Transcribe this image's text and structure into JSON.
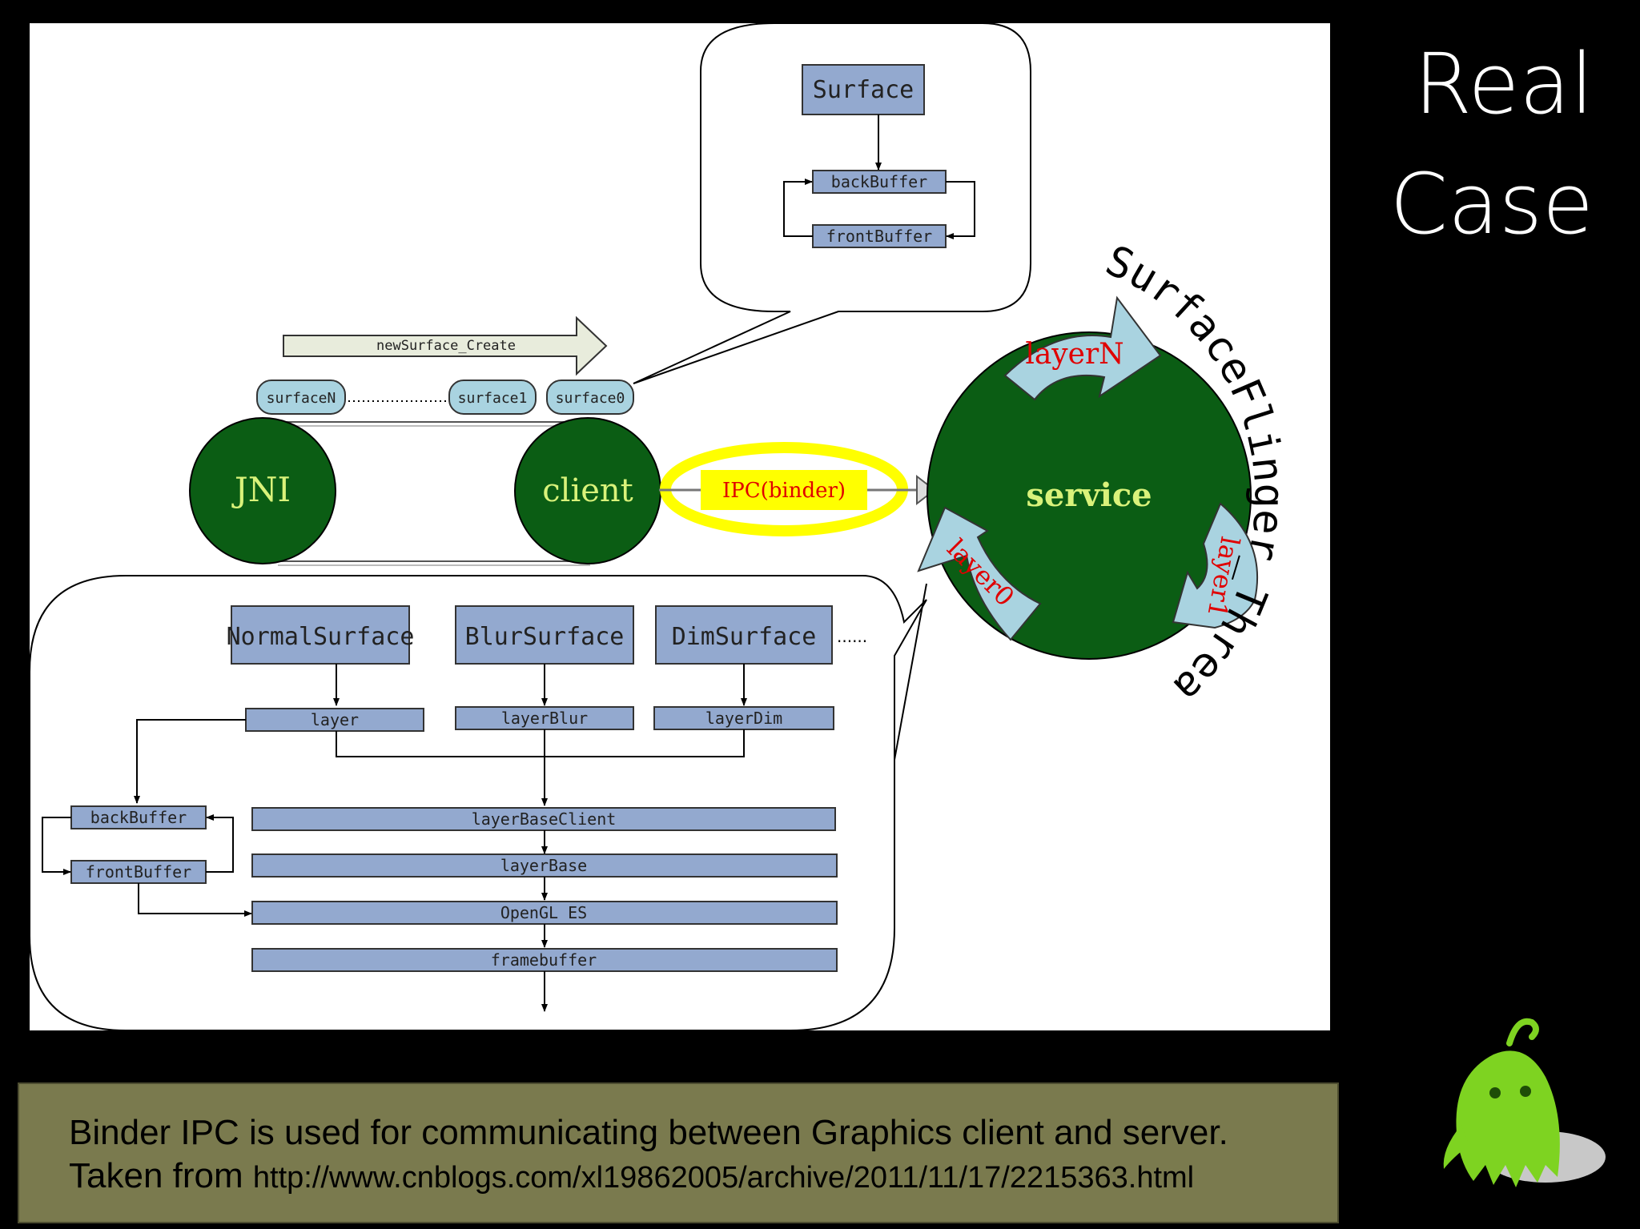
{
  "title": {
    "line1": "Real",
    "line2": "Case"
  },
  "diagram": {
    "top_surface": "Surface",
    "top_back": "backBuffer",
    "top_front": "frontBuffer",
    "arrow_create": "newSurface_Create",
    "surfaceN": "surfaceN",
    "surface1": "surface1",
    "surface0": "surface0",
    "jni": "JNI",
    "client": "client",
    "ipc": "IPC(binder)",
    "service": "service",
    "layerN": "layerN",
    "layer1": "layer1",
    "layer0": "layer0",
    "threadloop": "SurfaceFlinger_Threadloop",
    "normal": "NormalSurface",
    "blur": "BlurSurface",
    "dim": "DimSurface",
    "dots": "......",
    "layer": "layer",
    "layerBlur": "layerBlur",
    "layerDim": "layerDim",
    "back": "backBuffer",
    "front": "frontBuffer",
    "baseClient": "layerBaseClient",
    "base": "layerBase",
    "opengl": "OpenGL ES",
    "framebuffer": "framebuffer"
  },
  "caption": {
    "line1": "Binder IPC is used for communicating between Graphics client and server.",
    "line2_prefix": "Taken from ",
    "line2_url": "http://www.cnblogs.com/xl19862005/archive/2011/11/17/2215363.html"
  },
  "colors": {
    "node_green": "#0b5d14",
    "box_blue": "#93a9cf",
    "pill_blue": "#a9d3e0",
    "ipc_yellow": "#ffff00",
    "mascot_green": "#7ed321"
  }
}
